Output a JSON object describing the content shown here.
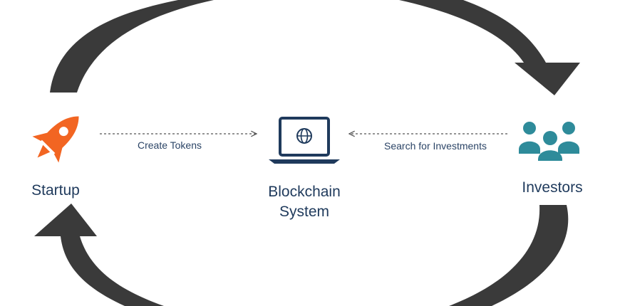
{
  "nodes": {
    "startup": {
      "label": "Startup",
      "icon": "rocket-icon",
      "color": "#f26522"
    },
    "blockchain": {
      "label_line1": "Blockchain",
      "label_line2": "System",
      "icon": "laptop-globe-icon",
      "color": "#1f3a5c"
    },
    "investors": {
      "label": "Investors",
      "icon": "people-group-icon",
      "color": "#2e8b9a"
    }
  },
  "edges": {
    "create_tokens": {
      "label": "Create Tokens"
    },
    "search_investments": {
      "label": "Search for Investments"
    }
  },
  "cycle_arrows": {
    "color": "#3a3a3a",
    "direction": "clockwise"
  }
}
